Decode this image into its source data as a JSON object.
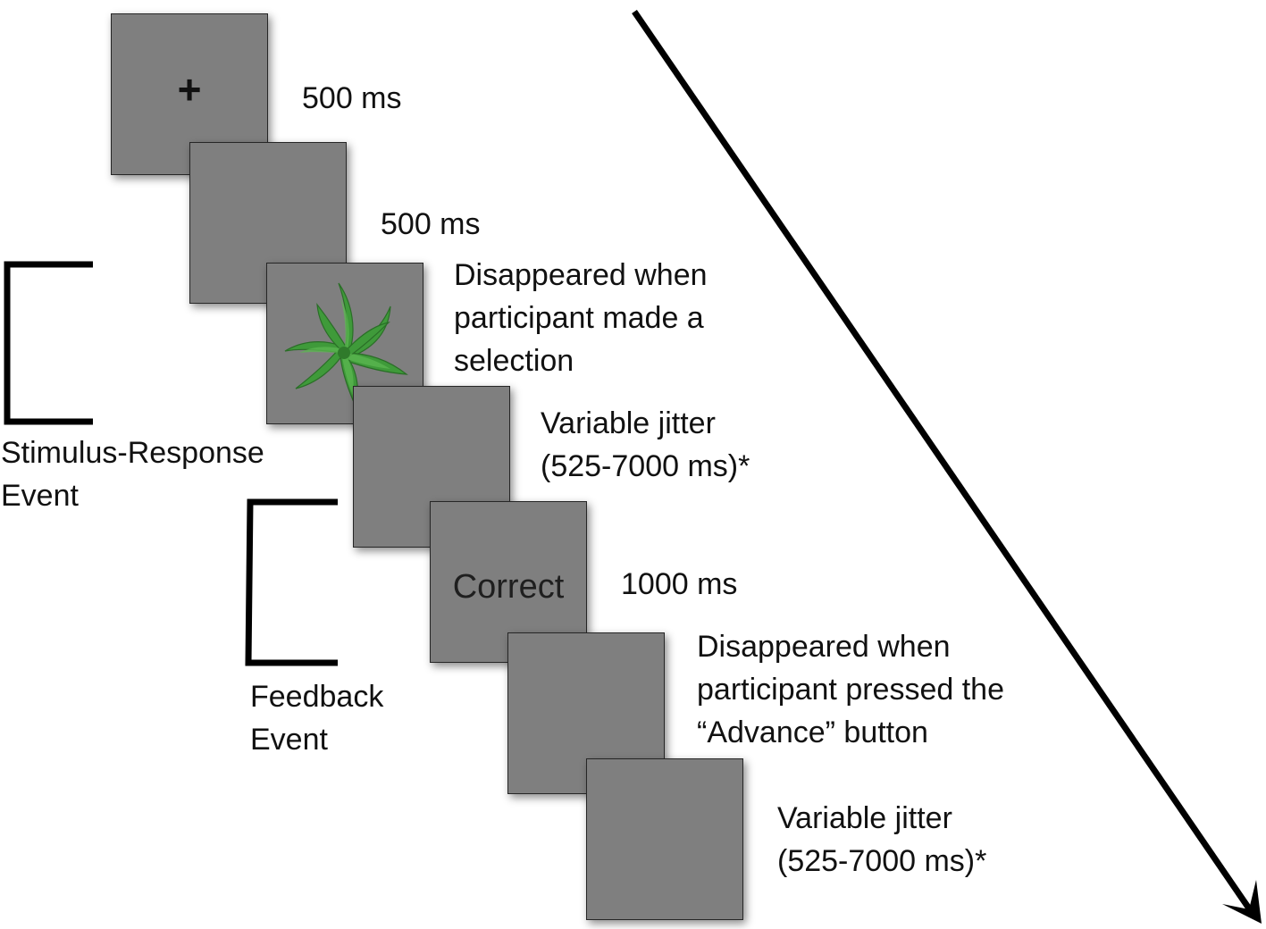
{
  "screens": [
    {
      "content": "fixation",
      "symbol": "+",
      "duration": [
        "500 ms"
      ]
    },
    {
      "content": "blank",
      "duration": [
        "500 ms"
      ]
    },
    {
      "content": "stimulus",
      "stimulus_icon": "green-plant-stimulus",
      "duration": [
        "Disappeared when",
        "participant made a",
        "selection"
      ]
    },
    {
      "content": "blank",
      "duration": [
        "Variable jitter",
        "(525-7000 ms)*"
      ]
    },
    {
      "content": "feedback",
      "feedback_text": "Correct",
      "duration": [
        "1000 ms"
      ]
    },
    {
      "content": "blank",
      "duration": [
        "Disappeared when",
        "participant pressed the",
        "“Advance” button"
      ]
    },
    {
      "content": "blank",
      "duration": [
        "Variable jitter",
        "(525-7000 ms)*"
      ]
    }
  ],
  "events": {
    "stimulus_response": [
      "Stimulus-Response",
      "Event"
    ],
    "feedback": [
      "Feedback",
      "Event"
    ]
  },
  "colors": {
    "screen_fill": "#7f7f7f",
    "screen_border": "#262626",
    "stimulus_green": "#3f9a3a",
    "arrow": "#000000"
  }
}
